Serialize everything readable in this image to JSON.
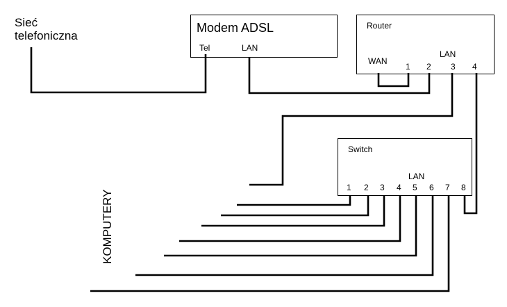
{
  "external": {
    "line1": "Sieć",
    "line2": "telefoniczna"
  },
  "modem": {
    "title": "Modem ADSL",
    "tel_label": "Tel",
    "lan_label": "LAN"
  },
  "router": {
    "title": "Router",
    "wan_label": "WAN",
    "lan_label": "LAN",
    "ports": [
      "1",
      "2",
      "3",
      "4"
    ]
  },
  "switch": {
    "title": "Switch",
    "lan_label": "LAN",
    "ports": [
      "1",
      "2",
      "3",
      "4",
      "5",
      "6",
      "7",
      "8"
    ]
  },
  "computers_label": "KOMPUTERY"
}
